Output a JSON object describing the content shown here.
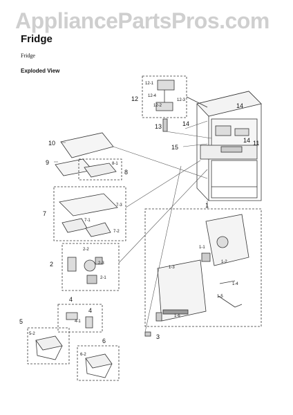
{
  "watermark": "AppliancePartsPros.com",
  "header": {
    "title": "Fridge",
    "subtitle": "Fridge",
    "view_label": "Exploded View"
  },
  "callouts": {
    "c1": "1",
    "c1_1": "1-1",
    "c1_2": "1-2",
    "c1_3": "1-3",
    "c1_4": "1-4",
    "c1_5": "1-5",
    "c1_6": "1-6",
    "c2": "2",
    "c2_1": "2-1",
    "c2_2": "2-2",
    "c2_3": "2-3",
    "c3": "3",
    "c4a": "4",
    "c4b": "4",
    "c4_1": "4-1",
    "c5": "5",
    "c5_2": "5-2",
    "c6": "6",
    "c6_2": "6-2",
    "c7": "7",
    "c7_1": "7-1",
    "c7_2": "7-2",
    "c7_3": "7-3",
    "c8": "8",
    "c8_1": "8-1",
    "c9": "9",
    "c10": "10",
    "c11": "11",
    "c12": "12",
    "c12_1": "12-1",
    "c12_2": "12-2",
    "c12_3": "12-3",
    "c12_4": "12-4",
    "c13": "13",
    "c14a": "14",
    "c14b": "14",
    "c14c": "14",
    "c15": "15"
  }
}
